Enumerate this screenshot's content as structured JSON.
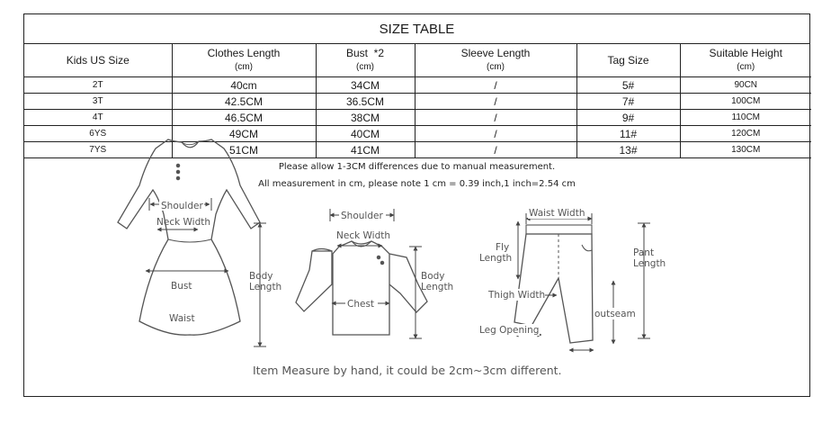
{
  "title": "SIZE TABLE",
  "headers": [
    {
      "label": "Kids US Size",
      "unit": ""
    },
    {
      "label": "Clothes Length",
      "unit": "(cm)"
    },
    {
      "label": "Bust  *2",
      "unit": "(cm)"
    },
    {
      "label": "Sleeve Length",
      "unit": "(cm)"
    },
    {
      "label": "Tag Size",
      "unit": ""
    },
    {
      "label": "Suitable Height",
      "unit": "(cm)"
    }
  ],
  "rows": [
    [
      "2T",
      "40cm",
      "34CM",
      "/",
      "5#",
      "90CN"
    ],
    [
      "3T",
      "42.5CM",
      "36.5CM",
      "/",
      "7#",
      "100CM"
    ],
    [
      "4T",
      "46.5CM",
      "38CM",
      "/",
      "9#",
      "110CM"
    ],
    [
      "6YS",
      "49CM",
      "40CM",
      "/",
      "11#",
      "120CM"
    ],
    [
      "7YS",
      "51CM",
      "41CM",
      "/",
      "13#",
      "130CM"
    ]
  ],
  "notes": [
    "Please allow 1-3CM differences due to manual measurement.",
    "All measurement in cm, please note 1 cm = 0.39 inch,1 inch=2.54 cm"
  ],
  "dress_labels": {
    "shoulder": "Shoulder",
    "neck": "Neck Width",
    "bust": "Bust",
    "waist": "Waist",
    "body1": "Body",
    "body2": "Length"
  },
  "shirt_labels": {
    "shoulder": "Shoulder",
    "neck": "Neck Width",
    "chest": "Chest",
    "body1": "Body",
    "body2": "Length"
  },
  "pants_labels": {
    "waist": "Waist Width",
    "fly1": "Fly",
    "fly2": "Length",
    "pant1": "Pant",
    "pant2": "Length",
    "thigh": "Thigh Width",
    "outseam": "outseam",
    "leg": "Leg Opening"
  },
  "footer": "Item Measure by hand, it could be 2cm~3cm different."
}
